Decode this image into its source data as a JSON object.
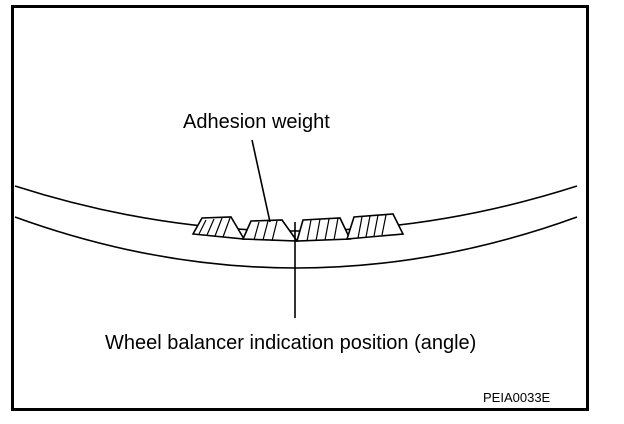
{
  "labels": {
    "adhesion_weight": "Adhesion weight",
    "indication_position": "Wheel balancer indication position (angle)",
    "figure_code": "PEIA0033E"
  },
  "colors": {
    "line": "#000000",
    "background": "#ffffff"
  }
}
